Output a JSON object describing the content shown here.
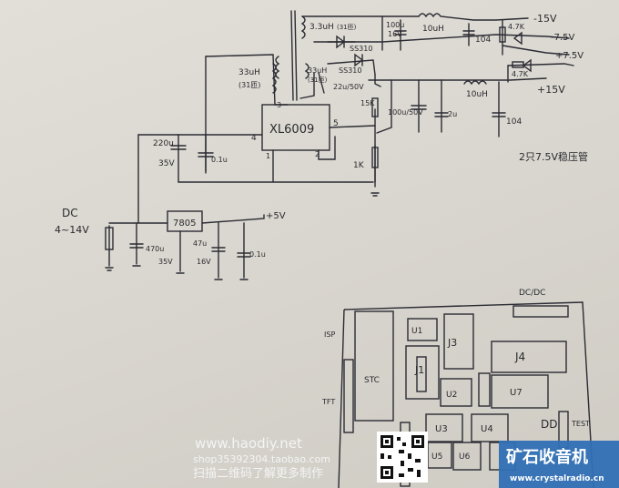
{
  "schematic": {
    "top_rail": {
      "coil_top": "3.3uH",
      "coil_top_note": "(31匝)",
      "cap_1": "100u",
      "cap_1b": "16V",
      "inductor_1": "10uH",
      "cap_104a": "104",
      "res_47k_top": "4.7K",
      "out_m15": "-15V",
      "out_m75": "-7.5V",
      "out_p75": "+7.5V",
      "diode_top": "SS310",
      "diode_mid": "SS310"
    },
    "mid_rail": {
      "coil_left": "33uH",
      "coil_left_note": "(31匝)",
      "coil_mid": "33uH",
      "coil_mid_note": "(31匝)",
      "cap_22u": "22u/50V",
      "res_15k": "15K",
      "cap_100u_50v": "100u/50V",
      "cap_2u": "2u",
      "inductor_2": "10uH",
      "cap_104b": "104",
      "res_47k_mid": "4.7K",
      "out_p15": "+15V",
      "pin3": "3"
    },
    "ic": {
      "name": "XL6009",
      "pin4": "4",
      "pin5": "5",
      "pin1": "1",
      "pin2": "2"
    },
    "input_caps": {
      "cap_220u": "220u",
      "cap_220u_v": "35V",
      "cap_01u": "0.1u",
      "res_1k": "1K"
    },
    "regulator": {
      "name": "7805",
      "input_label": "DC",
      "input_range": "4~14V",
      "cap_470u": "470u",
      "cap_470u_v": "35V",
      "cap_47u": "47u",
      "cap_47u_v": "16V",
      "cap_01u": "0.1u",
      "out_p5": "+5V"
    },
    "note": "2只7.5V稳压管"
  },
  "board": {
    "labels": {
      "dc": "DC/DC",
      "isp": "ISP",
      "stc": "STC",
      "tft": "TFT",
      "test": "TEST",
      "u1": "U1",
      "j3": "J3",
      "j1": "J1",
      "j4": "J4",
      "u2": "U2",
      "u7": "U7",
      "u3": "U3",
      "u4": "U4",
      "u5": "U5",
      "u6": "U6",
      "dd": "DD"
    }
  },
  "watermark": {
    "url": "www.haodiy.net",
    "shop": "shop35392304.taobao.com",
    "scan": "扫描二维码了解更多制作",
    "logo": "矿石收音机",
    "logo_url": "www.crystalradio.cn"
  }
}
